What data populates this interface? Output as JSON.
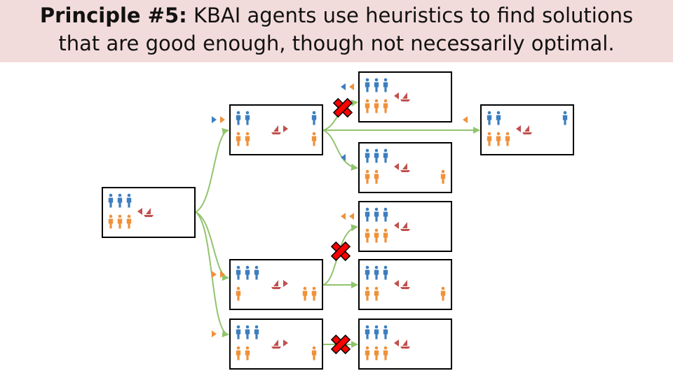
{
  "slide": {
    "title_bold": "Principle #5:",
    "title_line1_rest": "KBAI agents use heuristics to find solutions",
    "title_line2": "that are good enough, though not necessarily optimal."
  },
  "colors": {
    "missionary": "#3d7ebf",
    "cannibal": "#f0913a",
    "boat": "#c0504d",
    "arrow": "#92c46d",
    "cross": "#ff0000",
    "band": "#f2dcdb"
  },
  "states": [
    {
      "id": "start",
      "left_m": 3,
      "left_c": 3,
      "right_m": 0,
      "right_c": 0,
      "boat": "left"
    },
    {
      "id": "a1",
      "left_m": 2,
      "left_c": 2,
      "right_m": 1,
      "right_c": 1,
      "boat": "right",
      "move": [
        "m",
        "c"
      ]
    },
    {
      "id": "a1-1",
      "left_m": 3,
      "left_c": 3,
      "right_m": 0,
      "right_c": 0,
      "boat": "left",
      "move": [
        "m",
        "c"
      ],
      "pruned": true
    },
    {
      "id": "a1-2",
      "left_m": 2,
      "left_c": 3,
      "right_m": 1,
      "right_c": 0,
      "boat": "left",
      "move": [
        "c"
      ]
    },
    {
      "id": "a1-3",
      "left_m": 3,
      "left_c": 2,
      "right_m": 0,
      "right_c": 1,
      "boat": "left",
      "move": [
        "m"
      ]
    },
    {
      "id": "a2",
      "left_m": 3,
      "left_c": 1,
      "right_m": 0,
      "right_c": 2,
      "boat": "right",
      "move": [
        "c",
        "c"
      ]
    },
    {
      "id": "a2-1",
      "left_m": 3,
      "left_c": 3,
      "right_m": 0,
      "right_c": 0,
      "boat": "left",
      "move": [
        "c",
        "c"
      ],
      "pruned": true
    },
    {
      "id": "a2-2",
      "left_m": 3,
      "left_c": 2,
      "right_m": 0,
      "right_c": 1,
      "boat": "left",
      "move": []
    },
    {
      "id": "a3",
      "left_m": 3,
      "left_c": 2,
      "right_m": 0,
      "right_c": 1,
      "boat": "right",
      "move": [
        "c"
      ]
    },
    {
      "id": "a3-1",
      "left_m": 3,
      "left_c": 3,
      "right_m": 0,
      "right_c": 0,
      "boat": "left",
      "move": [],
      "pruned": true
    }
  ]
}
